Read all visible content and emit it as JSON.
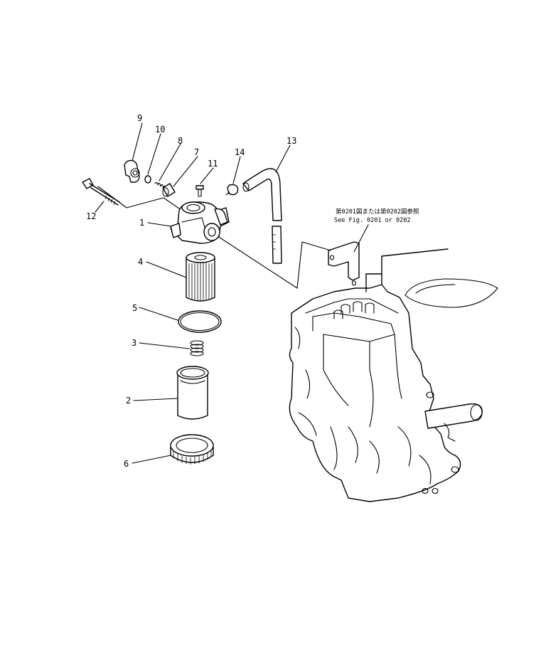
{
  "callouts": [
    {
      "id": "1",
      "part": "filter-head"
    },
    {
      "id": "2",
      "part": "bowl"
    },
    {
      "id": "3",
      "part": "spring"
    },
    {
      "id": "4",
      "part": "filter-element"
    },
    {
      "id": "5",
      "part": "o-ring"
    },
    {
      "id": "6",
      "part": "ring-nut"
    },
    {
      "id": "7",
      "part": "sleeve"
    },
    {
      "id": "8",
      "part": "spring-small"
    },
    {
      "id": "9",
      "part": "cock-lever"
    },
    {
      "id": "10",
      "part": "o-ring-small"
    },
    {
      "id": "11",
      "part": "screw"
    },
    {
      "id": "12",
      "part": "bolt"
    },
    {
      "id": "13",
      "part": "hose"
    },
    {
      "id": "14",
      "part": "clip"
    }
  ],
  "reference_note": {
    "line1": "第0201図または第0202図参照",
    "line2": "See Fig. 0201 or 0202"
  }
}
